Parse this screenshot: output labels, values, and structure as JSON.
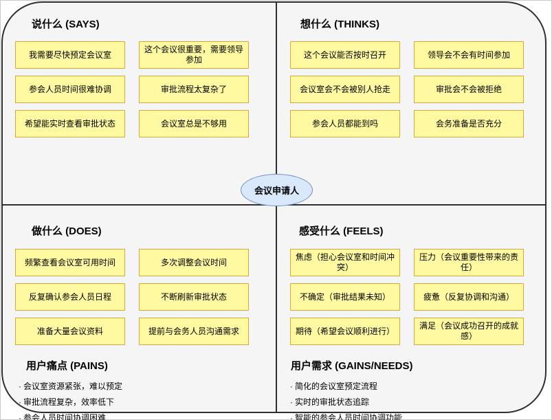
{
  "diagram": {
    "persona_label": "会议申请人",
    "bullet_char": "·",
    "quadrants": {
      "says": {
        "title": "说什么 (SAYS)",
        "notes": [
          "我需要尽快预定会议室",
          "这个会议很重要，需要领导参加",
          "参会人员时间很难协调",
          "审批流程太复杂了",
          "希望能实时查看审批状态",
          "会议室总是不够用"
        ]
      },
      "thinks": {
        "title": "想什么 (THINKS)",
        "notes": [
          "这个会议能否按时召开",
          "领导会不会有时间参加",
          "会议室会不会被别人抢走",
          "审批会不会被拒绝",
          "参会人员都能到吗",
          "会务准备是否充分"
        ]
      },
      "does": {
        "title": "做什么 (DOES)",
        "notes": [
          "频繁查看会议室可用时间",
          "多次调整会议时间",
          "反复确认参会人员日程",
          "不断刷新审批状态",
          "准备大量会议资料",
          "提前与会务人员沟通需求"
        ]
      },
      "feels": {
        "title": "感受什么 (FEELS)",
        "notes": [
          "焦虑（担心会议室和时间冲突）",
          "压力（会议重要性带来的责任）",
          "不确定（审批结果未知）",
          "疲惫（反复协调和沟通）",
          "期待（希望会议顺利进行）",
          "满足（会议成功召开的成就感）"
        ]
      }
    },
    "pains": {
      "title": "用户痛点 (PAINS)",
      "items": [
        "会议室资源紧张，难以预定",
        "审批流程复杂，效率低下",
        "参会人员时间协调困难"
      ]
    },
    "gains": {
      "title": "用户需求 (GAINS/NEEDS)",
      "items": [
        "简化的会议室预定流程",
        "实时的审批状态追踪",
        "智能的参会人员时间协调功能"
      ]
    },
    "colors": {
      "map_fill": "#F5F5F5",
      "line": "#2F2F2F",
      "note_fill": "#FFF9A1",
      "note_border": "#D7A938",
      "persona_fill": "#DAE8FC",
      "persona_border": "#6C8EBF"
    }
  }
}
